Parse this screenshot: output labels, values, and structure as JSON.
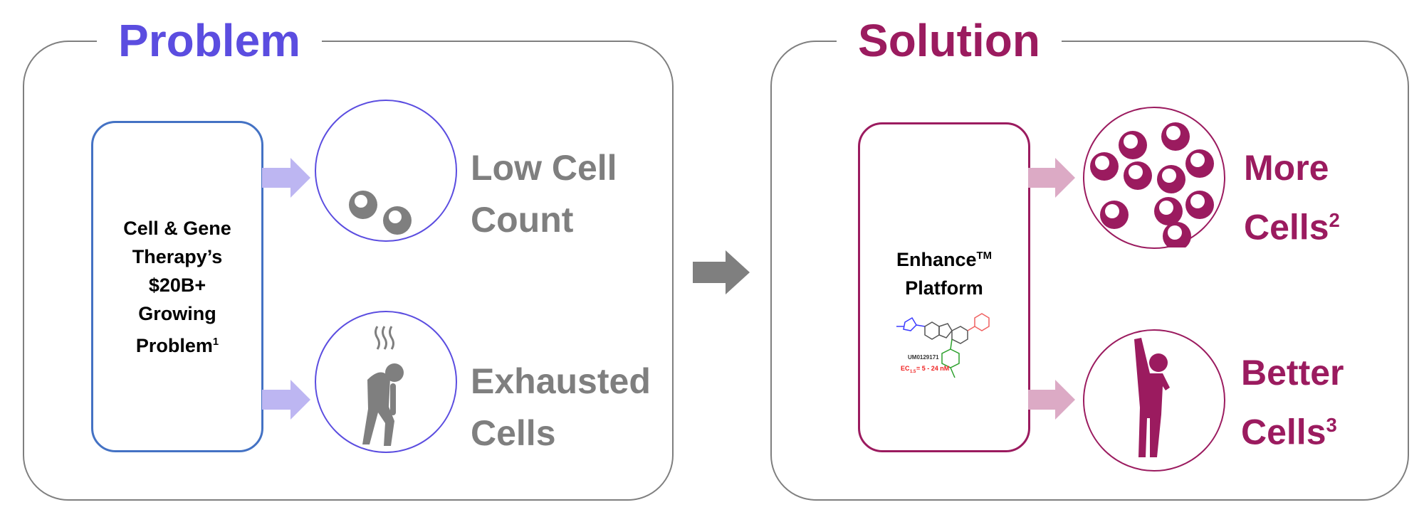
{
  "problem": {
    "title": "Problem",
    "box_lines": [
      "Cell & Gene",
      "Therapy’s",
      "$20B+",
      "Growing",
      "Problem"
    ],
    "box_footnote": "1",
    "outcome1": [
      "Low Cell",
      "Count"
    ],
    "outcome2": [
      "Exhausted",
      "Cells"
    ],
    "icons": [
      "two-cells-icon",
      "exhausted-person-icon"
    ]
  },
  "solution": {
    "title": "Solution",
    "box_line1": "Enhance",
    "box_tm": "TM",
    "box_line2": "Platform",
    "molecule_id": "UM0129171",
    "molecule_ec": "EC",
    "molecule_ec_sub": "1.5",
    "molecule_ec_value": " = 5 - 24 nM",
    "outcome1": "More",
    "outcome1b": "Cells",
    "outcome1_footnote": "2",
    "outcome2": "Better",
    "outcome2b": "Cells",
    "outcome2_footnote": "3"
  },
  "colors": {
    "problem": "#5b4de0",
    "solution": "#9b1b5f",
    "gray": "#7f7f7f",
    "problem_arrow": "#bdb6f2",
    "solution_arrow": "#dcaac5",
    "box_blue": "#4472c4"
  }
}
